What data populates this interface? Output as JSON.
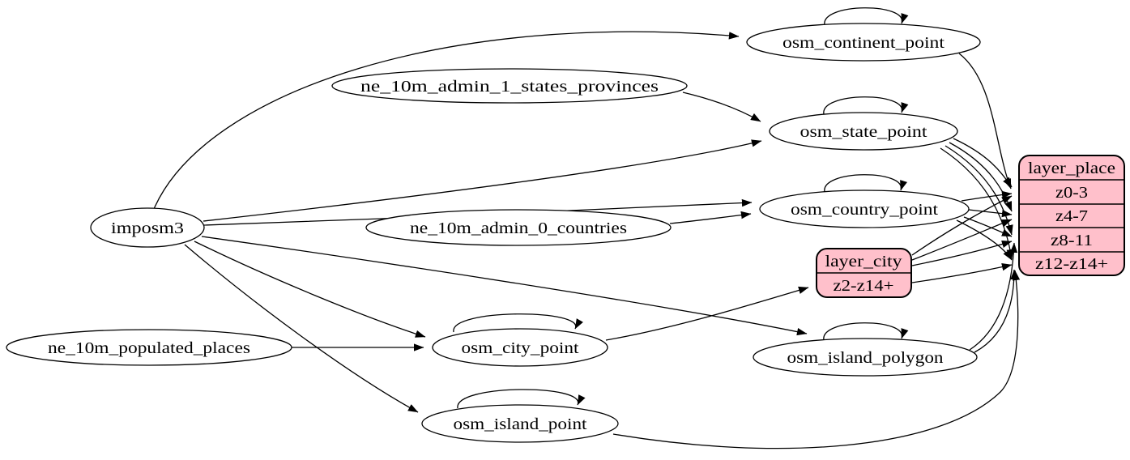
{
  "diagram_type": "etl-graph",
  "colors": {
    "background": "#ffffff",
    "node_fill": "#ffffff",
    "record_fill": "#ffc0cb",
    "stroke": "#000000"
  },
  "nodes": {
    "imposm3": {
      "label": "imposm3",
      "shape": "ellipse"
    },
    "ne_10m_admin_1_states_provinces": {
      "label": "ne_10m_admin_1_states_provinces",
      "shape": "ellipse"
    },
    "ne_10m_admin_0_countries": {
      "label": "ne_10m_admin_0_countries",
      "shape": "ellipse"
    },
    "ne_10m_populated_places": {
      "label": "ne_10m_populated_places",
      "shape": "ellipse"
    },
    "osm_continent_point": {
      "label": "osm_continent_point",
      "shape": "ellipse"
    },
    "osm_state_point": {
      "label": "osm_state_point",
      "shape": "ellipse"
    },
    "osm_country_point": {
      "label": "osm_country_point",
      "shape": "ellipse"
    },
    "osm_city_point": {
      "label": "osm_city_point",
      "shape": "ellipse"
    },
    "osm_island_polygon": {
      "label": "osm_island_polygon",
      "shape": "ellipse"
    },
    "osm_island_point": {
      "label": "osm_island_point",
      "shape": "ellipse"
    },
    "layer_city": {
      "label": "layer_city",
      "shape": "record",
      "rows": [
        "z2-z14+"
      ]
    },
    "layer_place": {
      "label": "layer_place",
      "shape": "record",
      "rows": [
        "z0-3",
        "z4-7",
        "z8-11",
        "z12-z14+"
      ]
    }
  },
  "edges": [
    {
      "from": "imposm3",
      "to": "osm_continent_point"
    },
    {
      "from": "imposm3",
      "to": "osm_state_point"
    },
    {
      "from": "imposm3",
      "to": "osm_country_point"
    },
    {
      "from": "imposm3",
      "to": "osm_city_point"
    },
    {
      "from": "imposm3",
      "to": "osm_island_polygon"
    },
    {
      "from": "imposm3",
      "to": "osm_island_point"
    },
    {
      "from": "ne_10m_admin_1_states_provinces",
      "to": "osm_state_point"
    },
    {
      "from": "ne_10m_admin_0_countries",
      "to": "osm_country_point"
    },
    {
      "from": "ne_10m_populated_places",
      "to": "osm_city_point"
    },
    {
      "from": "osm_continent_point",
      "to": "osm_continent_point",
      "self_loop": true
    },
    {
      "from": "osm_state_point",
      "to": "osm_state_point",
      "self_loop": true
    },
    {
      "from": "osm_country_point",
      "to": "osm_country_point",
      "self_loop": true
    },
    {
      "from": "osm_city_point",
      "to": "osm_city_point",
      "self_loop": true
    },
    {
      "from": "osm_island_polygon",
      "to": "osm_island_polygon",
      "self_loop": true
    },
    {
      "from": "osm_island_point",
      "to": "osm_island_point",
      "self_loop": true
    },
    {
      "from": "osm_continent_point",
      "to": "layer_place",
      "to_row": "z0-3"
    },
    {
      "from": "osm_state_point",
      "to": "layer_place",
      "to_row": "z0-3"
    },
    {
      "from": "osm_state_point",
      "to": "layer_place",
      "to_row": "z4-7"
    },
    {
      "from": "osm_state_point",
      "to": "layer_place",
      "to_row": "z8-11"
    },
    {
      "from": "osm_state_point",
      "to": "layer_place",
      "to_row": "z12-z14+"
    },
    {
      "from": "osm_country_point",
      "to": "layer_place",
      "to_row": "z0-3"
    },
    {
      "from": "osm_country_point",
      "to": "layer_place",
      "to_row": "z4-7"
    },
    {
      "from": "osm_country_point",
      "to": "layer_place",
      "to_row": "z8-11"
    },
    {
      "from": "osm_country_point",
      "to": "layer_place",
      "to_row": "z12-z14+"
    },
    {
      "from": "osm_city_point",
      "to": "layer_city",
      "to_row": "z2-z14+"
    },
    {
      "from": "layer_city",
      "to": "layer_place",
      "to_row": "z0-3"
    },
    {
      "from": "layer_city",
      "to": "layer_place",
      "to_row": "z4-7"
    },
    {
      "from": "layer_city",
      "to": "layer_place",
      "to_row": "z8-11"
    },
    {
      "from": "layer_city",
      "to": "layer_place",
      "to_row": "z12-z14+"
    },
    {
      "from": "osm_island_polygon",
      "to": "layer_place",
      "to_row": "z8-11"
    },
    {
      "from": "osm_island_polygon",
      "to": "layer_place",
      "to_row": "z12-z14+"
    },
    {
      "from": "osm_island_point",
      "to": "layer_place",
      "to_row": "z12-z14+"
    }
  ]
}
